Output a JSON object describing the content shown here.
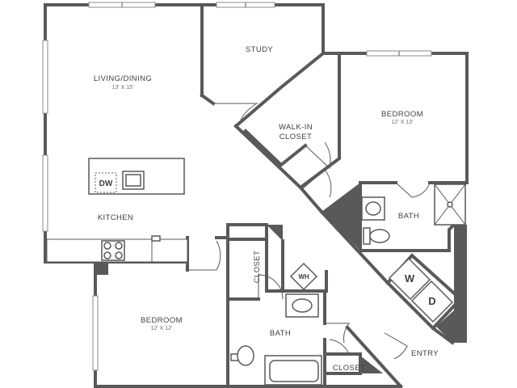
{
  "rooms": {
    "living": {
      "name": "LIVING/DINING",
      "dim": "13' X 15'"
    },
    "study": {
      "name": "STUDY"
    },
    "walkin": {
      "line1": "WALK-IN",
      "line2": "CLOSET"
    },
    "bedroom1": {
      "name": "BEDROOM",
      "dim": "12' X 13'"
    },
    "kitchen": {
      "name": "KITCHEN"
    },
    "bath1": {
      "name": "BATH"
    },
    "closet1": {
      "name": "CLOSET"
    },
    "bedroom2": {
      "name": "BEDROOM",
      "dim": "12' X 12'"
    },
    "bath2": {
      "name": "BATH"
    },
    "closet2": {
      "name": "CLOSET"
    },
    "entry": {
      "name": "ENTRY"
    }
  },
  "appliances": {
    "dishwasher": "DW",
    "water_heater": "WH",
    "washer": "W",
    "dryer": "D"
  },
  "colors": {
    "wall": "#58595b",
    "text": "#414042"
  }
}
